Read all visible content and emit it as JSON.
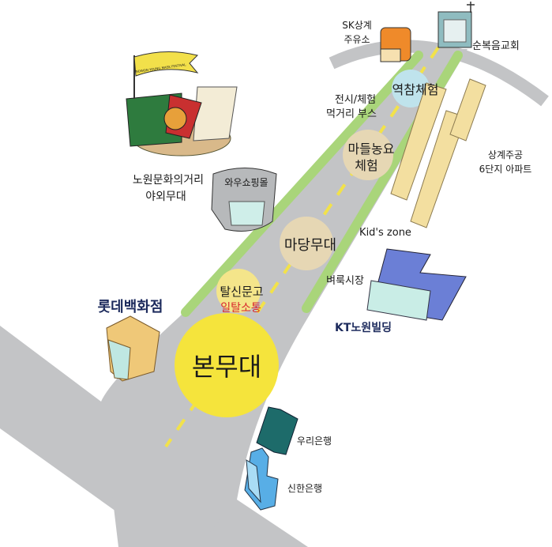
{
  "colors": {
    "road": "#c3c4c6",
    "median": "#a9d57a",
    "lane_dash": "#f2e24a",
    "main_stage": "#f5e43c",
    "yeokcham": "#bfe3ec",
    "madeul": "#e6d7b4",
    "madang": "#e6d7b4",
    "talsin": "#f4e58a",
    "red_text": "#d8262c",
    "navy_text": "#1c2a5c"
  },
  "labels": {
    "sk_gas": [
      "SK상계",
      "주유소"
    ],
    "church": "순복음교회",
    "yeokcham": "역참체험",
    "booth": [
      "전시/체험",
      "먹거리 부스"
    ],
    "madeul": [
      "마들농요",
      "체험"
    ],
    "apartment": [
      "상계주공",
      "6단지 아파트"
    ],
    "nowon_stage": [
      "노원문화의거리",
      "야외무대"
    ],
    "wausu": "와우쇼핑몰",
    "kids_zone": "Kid's zone",
    "madang": "마당무대",
    "talsin": "탈신문고",
    "iltal": "일탈소통",
    "byeoruk": "벼룩시장",
    "lotte": "롯데백화점",
    "kt": "KT노원빌딩",
    "main_stage": "본무대",
    "woori": "우리은행",
    "shinhan": "신한은행",
    "festival_banner": "NOWON YOUNG MASK FESTIVAL"
  }
}
